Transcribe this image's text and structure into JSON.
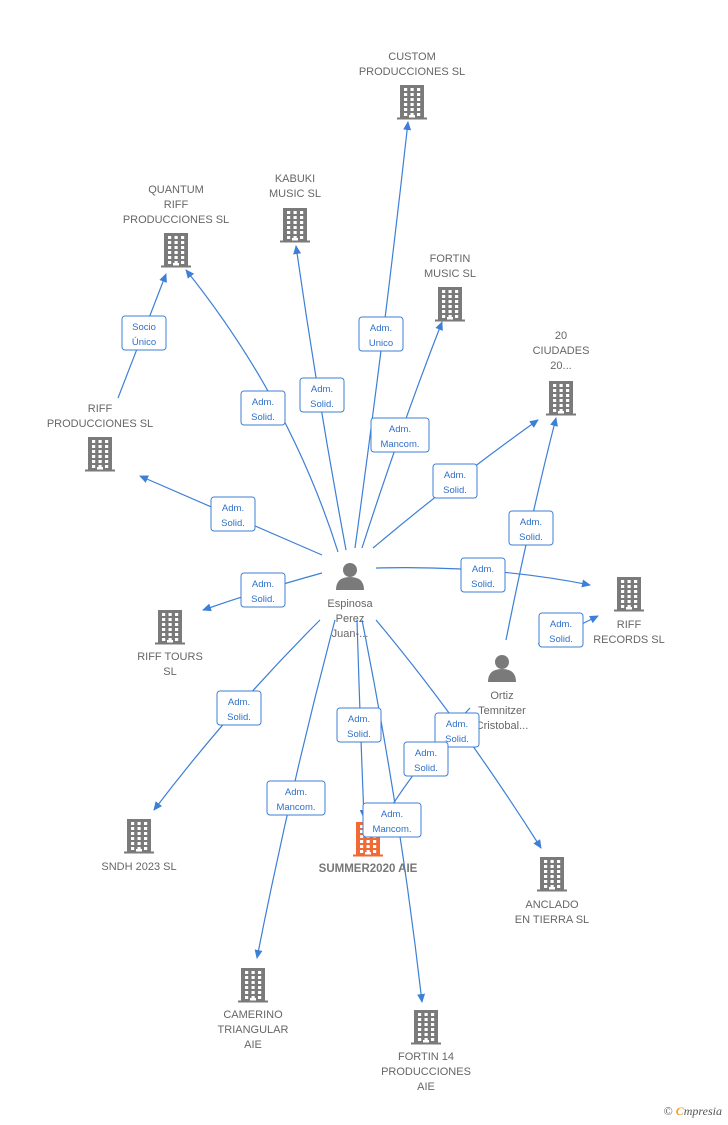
{
  "colors": {
    "edge": "#3d7fd6",
    "building": "#7a7a7a",
    "highlight": "#f06a35",
    "person": "#7a7a7a",
    "label": "#666666"
  },
  "nodes": [
    {
      "id": "custom",
      "type": "company",
      "lines": [
        "CUSTOM",
        "PRODUCCIONES SL"
      ]
    },
    {
      "id": "kabuki",
      "type": "company",
      "lines": [
        "KABUKI",
        "MUSIC  SL"
      ]
    },
    {
      "id": "quantum",
      "type": "company",
      "lines": [
        "QUANTUM",
        "RIFF",
        "PRODUCCIONES SL"
      ]
    },
    {
      "id": "fortin",
      "type": "company",
      "lines": [
        "FORTIN",
        "MUSIC  SL"
      ]
    },
    {
      "id": "ciudades",
      "type": "company",
      "lines": [
        "20",
        "CIUDADES",
        "20..."
      ]
    },
    {
      "id": "riffprod",
      "type": "company",
      "lines": [
        "RIFF",
        "PRODUCCIONES SL"
      ]
    },
    {
      "id": "riffrec",
      "type": "company",
      "lines": [
        "RIFF",
        "RECORDS  SL"
      ]
    },
    {
      "id": "rifftours",
      "type": "company",
      "lines": [
        "RIFF TOURS",
        "SL"
      ]
    },
    {
      "id": "espinosa",
      "type": "person",
      "lines": [
        "Espinosa",
        "Perez",
        "Juan-..."
      ]
    },
    {
      "id": "ortiz",
      "type": "person",
      "lines": [
        "Ortiz",
        "Temnitzer",
        "Cristobal..."
      ]
    },
    {
      "id": "sndh",
      "type": "company",
      "lines": [
        "SNDH 2023  SL"
      ]
    },
    {
      "id": "summer",
      "type": "company",
      "highlight": true,
      "lines": [
        "SUMMER2020 AIE"
      ]
    },
    {
      "id": "anclado",
      "type": "company",
      "lines": [
        "ANCLADO",
        "EN TIERRA  SL"
      ]
    },
    {
      "id": "camerino",
      "type": "company",
      "lines": [
        "CAMERINO",
        "TRIANGULAR",
        "AIE"
      ]
    },
    {
      "id": "fortin14",
      "type": "company",
      "lines": [
        "FORTIN 14",
        "PRODUCCIONES",
        "AIE"
      ]
    }
  ],
  "relations": [
    {
      "id": "r_socio",
      "lines": [
        "Socio",
        "Único"
      ]
    },
    {
      "id": "r_quantum",
      "lines": [
        "Adm.",
        "Solid."
      ]
    },
    {
      "id": "r_kabuki",
      "lines": [
        "Adm.",
        "Solid."
      ]
    },
    {
      "id": "r_custom",
      "lines": [
        "Adm.",
        "Unico"
      ]
    },
    {
      "id": "r_fortin",
      "lines": [
        "Adm.",
        "Mancom."
      ]
    },
    {
      "id": "r_ciudades",
      "lines": [
        "Adm.",
        "Solid."
      ]
    },
    {
      "id": "r_riffprod",
      "lines": [
        "Adm.",
        "Solid."
      ]
    },
    {
      "id": "r_ortiz20",
      "lines": [
        "Adm.",
        "Solid."
      ]
    },
    {
      "id": "r_riffrec",
      "lines": [
        "Adm.",
        "Solid."
      ]
    },
    {
      "id": "r_rifftours",
      "lines": [
        "Adm.",
        "Solid."
      ]
    },
    {
      "id": "r_ortizrec",
      "lines": [
        "Adm.",
        "Solid."
      ]
    },
    {
      "id": "r_sndh",
      "lines": [
        "Adm.",
        "Solid."
      ]
    },
    {
      "id": "r_summer",
      "lines": [
        "Adm.",
        "Solid."
      ]
    },
    {
      "id": "r_anclado",
      "lines": [
        "Adm.",
        "Solid."
      ]
    },
    {
      "id": "r_ortizsum",
      "lines": [
        "Adm.",
        "Solid."
      ]
    },
    {
      "id": "r_camerino",
      "lines": [
        "Adm.",
        "Mancom."
      ]
    },
    {
      "id": "r_fortin14",
      "lines": [
        "Adm.",
        "Mancom."
      ]
    }
  ],
  "footer": {
    "copyright": "©",
    "brand_first": "C",
    "brand_rest": "mpresia"
  }
}
